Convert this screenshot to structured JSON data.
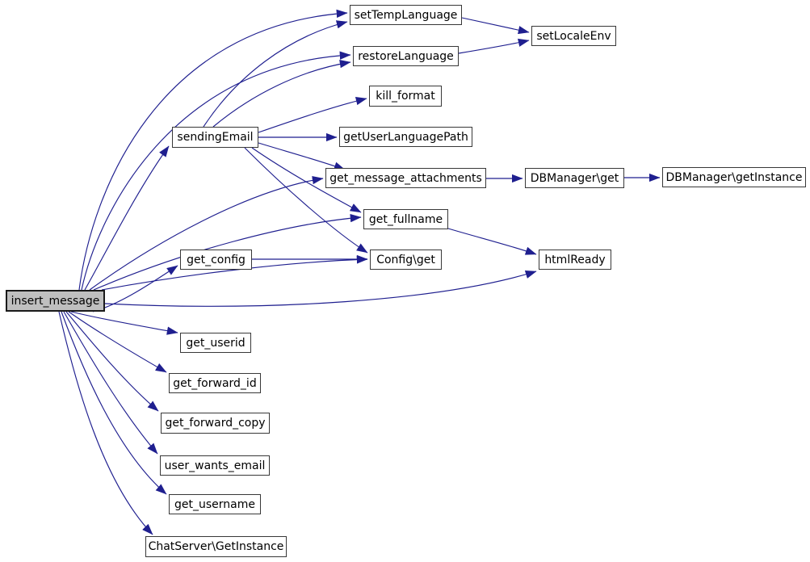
{
  "diagram": {
    "type": "call-graph",
    "root": "insert_message",
    "nodes": {
      "insert_message": {
        "label": "insert_message",
        "highlighted": true
      },
      "setTempLanguage": {
        "label": "setTempLanguage"
      },
      "restoreLanguage": {
        "label": "restoreLanguage"
      },
      "setLocaleEnv": {
        "label": "setLocaleEnv"
      },
      "kill_format": {
        "label": "kill_format"
      },
      "sendingEmail": {
        "label": "sendingEmail"
      },
      "getUserLanguagePath": {
        "label": "getUserLanguagePath"
      },
      "get_message_attachments": {
        "label": "get_message_attachments"
      },
      "DBManager_get": {
        "label": "DBManager\\get"
      },
      "DBManager_getInstance": {
        "label": "DBManager\\getInstance"
      },
      "get_fullname": {
        "label": "get_fullname"
      },
      "Config_get": {
        "label": "Config\\get"
      },
      "htmlReady": {
        "label": "htmlReady"
      },
      "get_config": {
        "label": "get_config"
      },
      "get_userid": {
        "label": "get_userid"
      },
      "get_forward_id": {
        "label": "get_forward_id"
      },
      "get_forward_copy": {
        "label": "get_forward_copy"
      },
      "user_wants_email": {
        "label": "user_wants_email"
      },
      "get_username": {
        "label": "get_username"
      },
      "ChatServer_GetInstance": {
        "label": "ChatServer\\GetInstance"
      }
    },
    "edges": [
      {
        "from": "insert_message",
        "to": "setTempLanguage"
      },
      {
        "from": "insert_message",
        "to": "restoreLanguage"
      },
      {
        "from": "insert_message",
        "to": "sendingEmail"
      },
      {
        "from": "insert_message",
        "to": "get_message_attachments"
      },
      {
        "from": "insert_message",
        "to": "get_fullname"
      },
      {
        "from": "insert_message",
        "to": "Config_get"
      },
      {
        "from": "insert_message",
        "to": "get_config"
      },
      {
        "from": "insert_message",
        "to": "htmlReady"
      },
      {
        "from": "insert_message",
        "to": "get_userid"
      },
      {
        "from": "insert_message",
        "to": "get_forward_id"
      },
      {
        "from": "insert_message",
        "to": "get_forward_copy"
      },
      {
        "from": "insert_message",
        "to": "user_wants_email"
      },
      {
        "from": "insert_message",
        "to": "get_username"
      },
      {
        "from": "insert_message",
        "to": "ChatServer_GetInstance"
      },
      {
        "from": "sendingEmail",
        "to": "setTempLanguage"
      },
      {
        "from": "sendingEmail",
        "to": "restoreLanguage"
      },
      {
        "from": "sendingEmail",
        "to": "kill_format"
      },
      {
        "from": "sendingEmail",
        "to": "getUserLanguagePath"
      },
      {
        "from": "sendingEmail",
        "to": "get_message_attachments"
      },
      {
        "from": "sendingEmail",
        "to": "get_fullname"
      },
      {
        "from": "sendingEmail",
        "to": "Config_get"
      },
      {
        "from": "setTempLanguage",
        "to": "setLocaleEnv"
      },
      {
        "from": "restoreLanguage",
        "to": "setLocaleEnv"
      },
      {
        "from": "get_message_attachments",
        "to": "DBManager_get"
      },
      {
        "from": "DBManager_get",
        "to": "DBManager_getInstance"
      },
      {
        "from": "get_fullname",
        "to": "htmlReady"
      },
      {
        "from": "get_config",
        "to": "Config_get"
      }
    ],
    "colors": {
      "edge": "#1f1f8f",
      "node_fill": "#ffffff",
      "node_border": "#383838",
      "root_fill": "#bfbfbf",
      "background": "#ffffff"
    }
  }
}
